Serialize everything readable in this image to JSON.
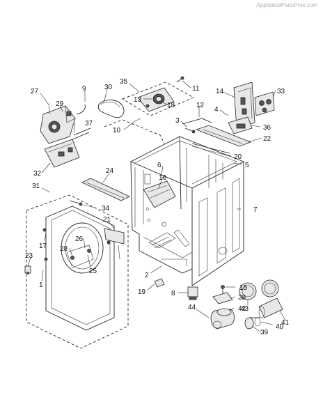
{
  "watermark": "AppliancePartsPros.com",
  "callouts": {
    "c1": "1",
    "c2": "2",
    "c3": "3",
    "c4": "4",
    "c5": "5",
    "c6": "6",
    "c7": "7",
    "c8": "8",
    "c9": "9",
    "c10": "10",
    "c11": "11",
    "c12": "12",
    "c13": "13",
    "c14": "14",
    "c15": "15",
    "c16": "16",
    "c17": "17",
    "c18": "18",
    "c19": "19",
    "c20": "20",
    "c21": "21",
    "c22": "22",
    "c23": "23",
    "c24": "24",
    "c25": "25",
    "c26": "26",
    "c27": "27",
    "c28": "28",
    "c29": "29",
    "c30": "30",
    "c31": "31",
    "c32": "32",
    "c33": "33",
    "c34": "34",
    "c35": "35",
    "c36": "36",
    "c37": "37",
    "c38": "38",
    "c39": "39",
    "c40": "40",
    "c41": "41",
    "c42": "42",
    "c43": "43",
    "c44": "44"
  }
}
